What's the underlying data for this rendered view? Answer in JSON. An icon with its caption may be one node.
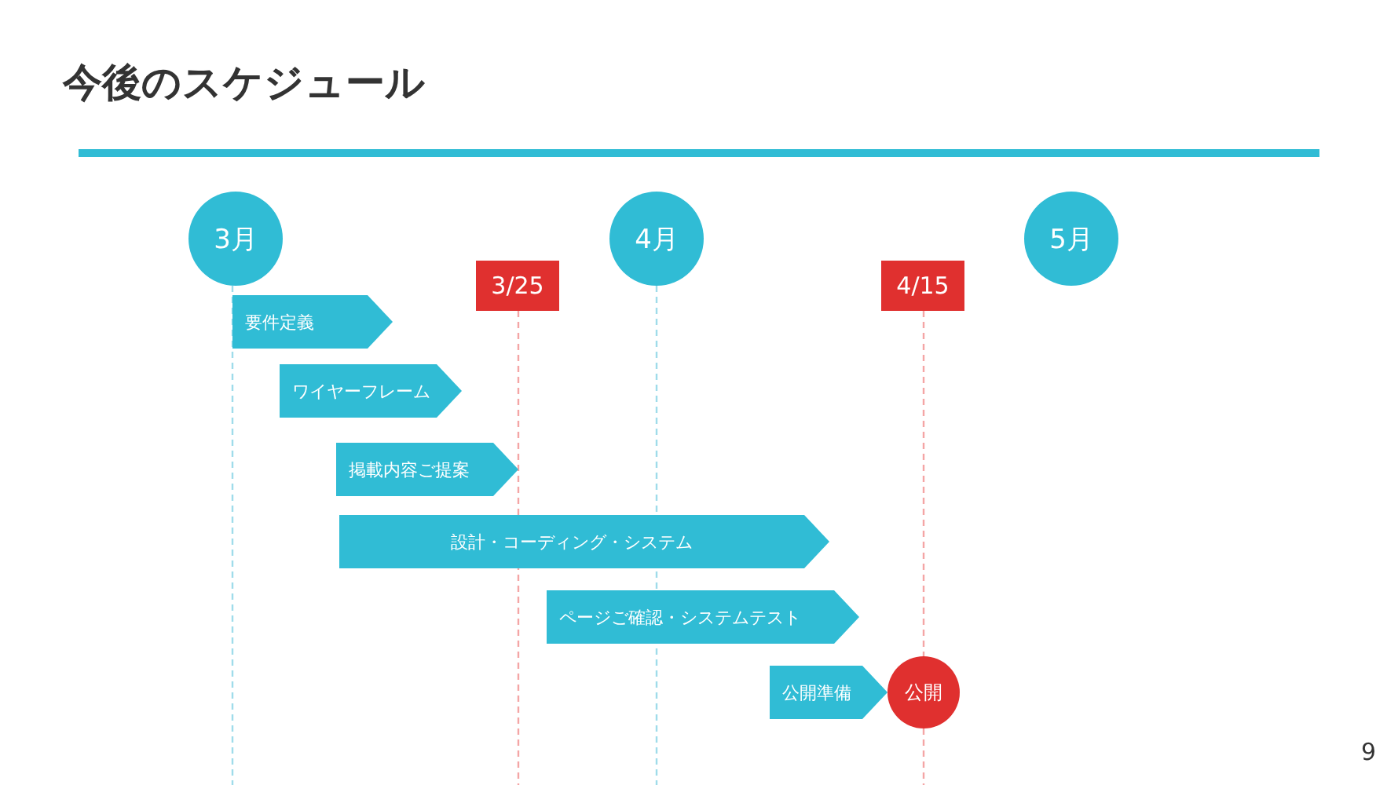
{
  "diagram": {
    "title": "今後のスケジュール",
    "nodes": [
      {
        "text": [
          "3月"
        ]
      },
      {
        "text": [
          "4月"
        ]
      },
      {
        "text": [
          "5月"
        ]
      },
      {
        "text": [
          "3/25"
        ]
      },
      {
        "text": [
          "4/15"
        ]
      },
      {
        "text": [
          "要件定義"
        ]
      },
      {
        "text": [
          "ワイヤーフレーム"
        ]
      },
      {
        "text": [
          "掲載内容ご提案"
        ]
      },
      {
        "text": [
          "設計・コーディング・システム"
        ]
      },
      {
        "text": [
          "ページご確認・システムテスト"
        ]
      },
      {
        "text": [
          "公開準備"
        ]
      },
      {
        "text": [
          "公開"
        ]
      }
    ],
    "labels": [
      "9"
    ]
  }
}
